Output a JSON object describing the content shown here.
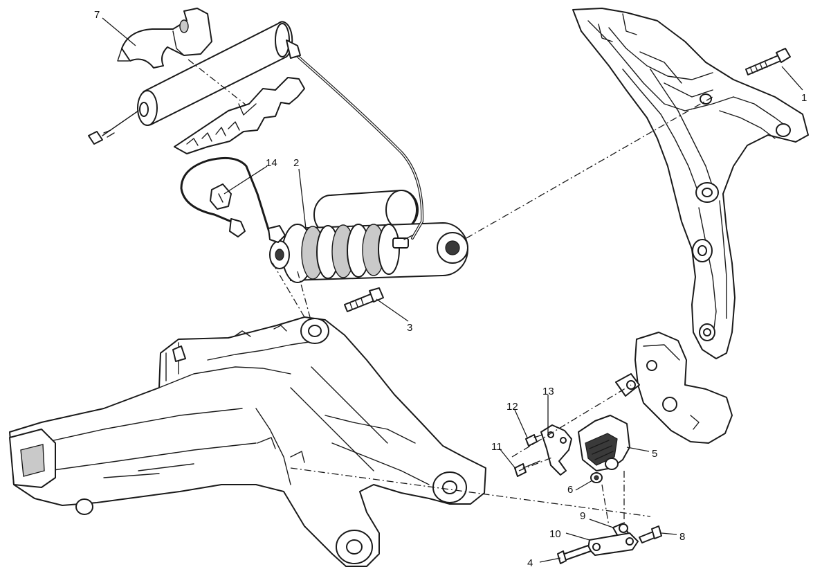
{
  "callouts": [
    {
      "id": "1",
      "label": "1"
    },
    {
      "id": "2",
      "label": "2"
    },
    {
      "id": "3",
      "label": "3"
    },
    {
      "id": "4",
      "label": "4"
    },
    {
      "id": "5",
      "label": "5"
    },
    {
      "id": "6",
      "label": "6"
    },
    {
      "id": "7",
      "label": "7"
    },
    {
      "id": "8",
      "label": "8"
    },
    {
      "id": "9",
      "label": "9"
    },
    {
      "id": "10",
      "label": "10"
    },
    {
      "id": "11",
      "label": "11"
    },
    {
      "id": "12",
      "label": "12"
    },
    {
      "id": "13",
      "label": "13"
    },
    {
      "id": "14",
      "label": "14"
    }
  ],
  "colors": {
    "line": "#1a1a1a",
    "background": "#ffffff",
    "shade": "#c9c9c9"
  }
}
